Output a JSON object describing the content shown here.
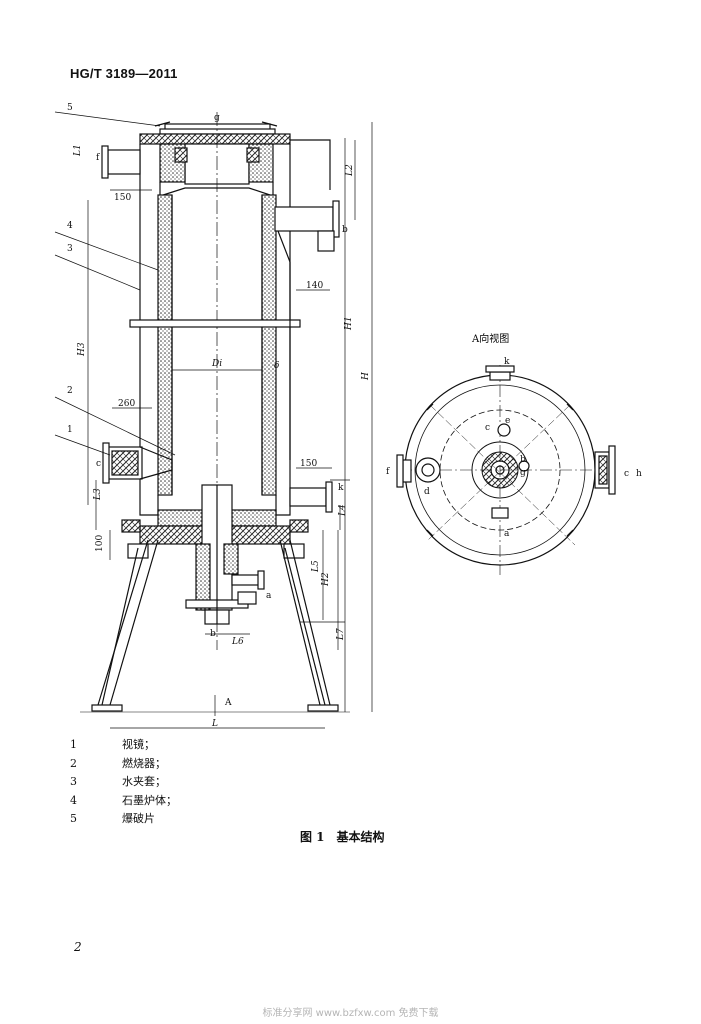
{
  "header": {
    "standard_no": "HG/T 3189—2011"
  },
  "drawing": {
    "callouts": [
      "5",
      "4",
      "3",
      "2",
      "1"
    ],
    "dimension_labels": {
      "d150_top": "150",
      "d140": "140",
      "d260": "260",
      "d150_bottom": "150",
      "d100": "100",
      "L1": "L1",
      "L2": "L2",
      "L3": "L3",
      "L4": "L4",
      "L5": "L5",
      "L6": "L6",
      "L7": "L7",
      "H": "H",
      "H1": "H1",
      "H2": "H2",
      "H3": "H3",
      "Di": "Di",
      "delta": "δ",
      "L": "L",
      "A": "A"
    },
    "nozzle_letters": {
      "g": "g",
      "f": "f",
      "b": "b",
      "k": "k",
      "c": "c",
      "e": "e",
      "a": "a",
      "d": "d",
      "h": "h"
    },
    "view_title": "A向视图"
  },
  "legend": [
    {
      "num": "1",
      "text": "视镜；"
    },
    {
      "num": "2",
      "text": "燃烧器；"
    },
    {
      "num": "3",
      "text": "水夹套；"
    },
    {
      "num": "4",
      "text": "石墨炉体；"
    },
    {
      "num": "5",
      "text": "爆破片"
    }
  ],
  "figure_caption": "图 1　基本结构",
  "page_number": "2",
  "watermark": "标准分享网 www.bzfxw.com 免费下载"
}
